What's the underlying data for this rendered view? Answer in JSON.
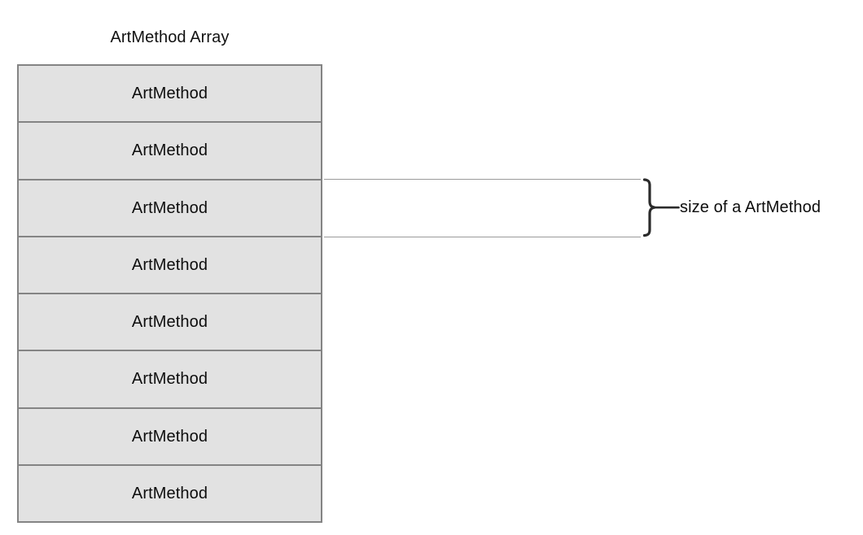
{
  "diagram": {
    "title": "ArtMethod Array",
    "background_color": "#ffffff",
    "cell": {
      "fill_color": "#e2e2e2",
      "border_color": "#848484",
      "label": "ArtMethod"
    },
    "cells": [
      {
        "label": "ArtMethod"
      },
      {
        "label": "ArtMethod"
      },
      {
        "label": "ArtMethod"
      },
      {
        "label": "ArtMethod"
      },
      {
        "label": "ArtMethod"
      },
      {
        "label": "ArtMethod"
      },
      {
        "label": "ArtMethod"
      },
      {
        "label": "ArtMethod"
      }
    ],
    "cell_count": 8,
    "annotation": {
      "label": "size of a ArtMethod",
      "brace_icon": "curly-brace-right-icon",
      "leader_line_color": "#9b9b9b",
      "spans_cell_index": 3
    }
  }
}
